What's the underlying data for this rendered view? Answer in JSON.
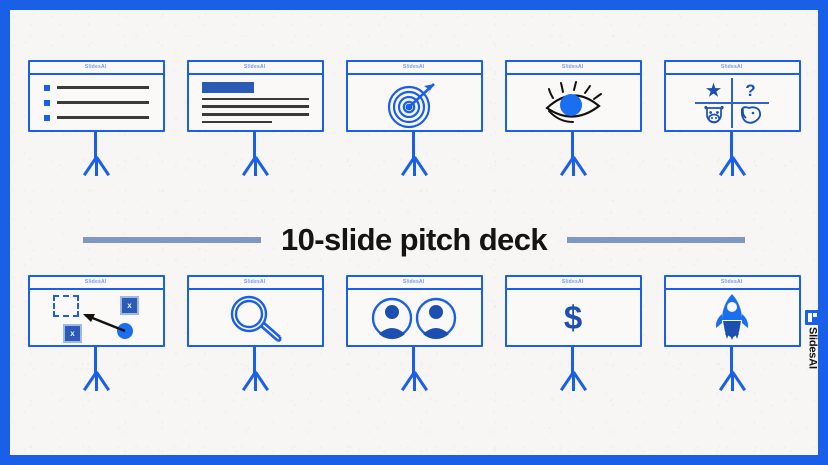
{
  "poster": {
    "title": "10-slide pitch deck",
    "border_color": "#1a5fe8",
    "background_color": "#f7f6f4",
    "accent_color": "#1a5fe8",
    "rule_color": "#8196c0"
  },
  "brand": {
    "name": "SlidesAI",
    "mark": "slidesai-logo-icon"
  },
  "slides": [
    {
      "index": 1,
      "header": "SlidesAI",
      "content_type": "bullet-list",
      "bullets": [
        "",
        "",
        ""
      ]
    },
    {
      "index": 2,
      "header": "SlidesAI",
      "content_type": "text-block",
      "lines": [
        "heading",
        "",
        "",
        "",
        "short"
      ]
    },
    {
      "index": 3,
      "header": "SlidesAI",
      "content_type": "icon",
      "icon": "target-arrow-icon"
    },
    {
      "index": 4,
      "header": "SlidesAI",
      "content_type": "icon",
      "icon": "eye-icon"
    },
    {
      "index": 5,
      "header": "SlidesAI",
      "content_type": "quadrant",
      "cells": [
        "★",
        "?",
        "cow-icon",
        "dog-icon"
      ]
    },
    {
      "index": 6,
      "header": "SlidesAI",
      "content_type": "drag-drop",
      "marks": [
        "x",
        "x"
      ]
    },
    {
      "index": 7,
      "header": "SlidesAI",
      "content_type": "icon",
      "icon": "magnifier-icon"
    },
    {
      "index": 8,
      "header": "SlidesAI",
      "content_type": "icon",
      "icon": "two-people-icon"
    },
    {
      "index": 9,
      "header": "SlidesAI",
      "content_type": "symbol",
      "symbol": "$"
    },
    {
      "index": 10,
      "header": "SlidesAI",
      "content_type": "icon",
      "icon": "rocket-icon"
    }
  ]
}
